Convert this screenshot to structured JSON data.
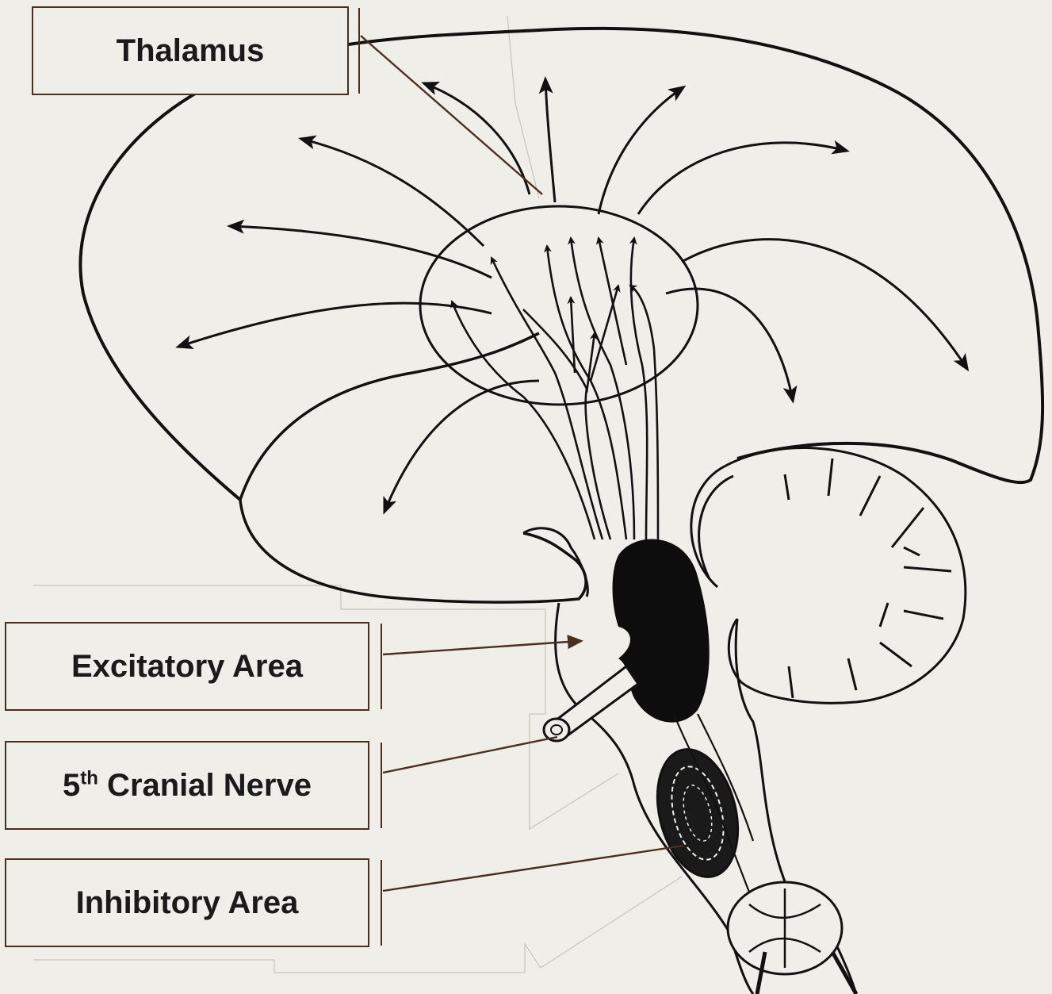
{
  "labels": {
    "thalamus": "Thalamus",
    "excitatory": "Excitatory Area",
    "cranial_nerve": {
      "ordinal_number": "5",
      "ordinal_suffix": "th",
      "name": " Cranial Nerve"
    },
    "inhibitory": "Inhibitory Area"
  },
  "colors": {
    "background": "#f0eee8",
    "label_border": "#4a2e22",
    "leader_line": "#4a2e22",
    "drawing_ink": "#111111"
  }
}
